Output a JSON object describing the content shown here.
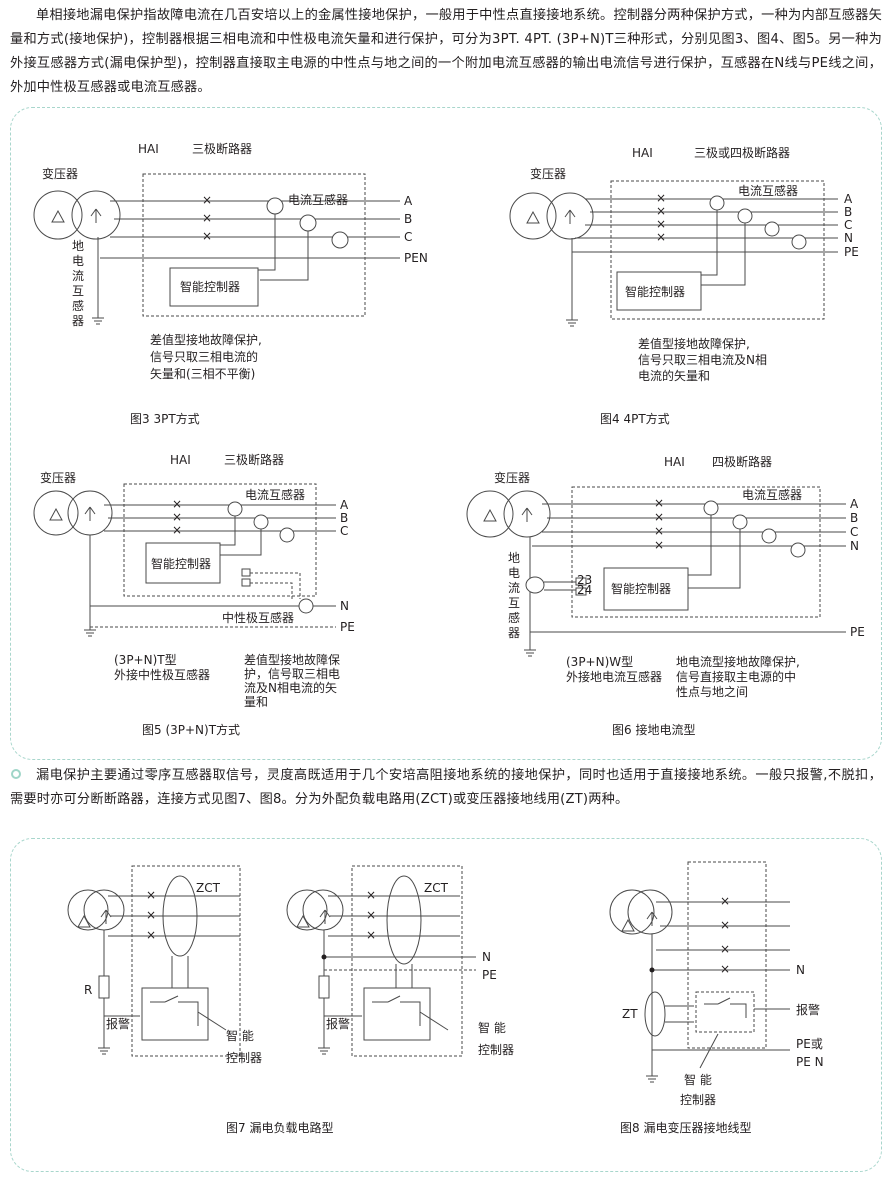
{
  "intro": {
    "para1": "单相接地漏电保护指故障电流在几百安培以上的金属性接地保护，一般用于中性点直接接地系统。控制器分两种保护方式，一种为内部互感器矢量和方式(接地保护)，控制器根据三相电流和中性极电流矢量和进行保护，可分为3PT. 4PT. (3P+N)T三种形式，分别见图3、图4、图5。另一种为外接互感器方式(漏电保护型)，控制器直接取主电源的中性点与地之间的一个附加电流互感器的输出电流信号进行保护，互感器在N线与PE线之间，外加中性极互感器或电流互感器。",
    "para2": "漏电保护主要通过零序互感器取信号，灵度高既适用于几个安培高阻接地系统的接地保护，同时也适用于直接接地系统。一般只报警,不脱扣，需要时亦可分断断路器，连接方式见图7、图8。分为外配负载电路用(ZCT)或变压器接地线用(ZT)两种。"
  },
  "labels": {
    "transformer": "变压器",
    "hai": "HAI",
    "ct": "电流互感器",
    "controller": "智能控制器",
    "ground_ct_vertical": [
      "地",
      "电",
      "流",
      "互",
      "感",
      "器"
    ],
    "neutral_ct": "中性极互感器",
    "zct": "ZCT",
    "zt": "ZT",
    "r": "R",
    "alarm": "报警",
    "smart": "智 能",
    "ctrl": "控制器",
    "pe_or": "PE或",
    "pen_split": "PE N",
    "box23": "23",
    "box24": "24"
  },
  "phases": {
    "a": "A",
    "b": "B",
    "c": "C",
    "n": "N",
    "pe": "PE",
    "pen": "PEN"
  },
  "fig3": {
    "breaker": "三极断路器",
    "note": [
      "差值型接地故障保护,",
      "信号只取三相电流的",
      "矢量和(三相不平衡)"
    ],
    "caption": "图3   3PT方式"
  },
  "fig4": {
    "breaker": "三极或四极断路器",
    "note": [
      "差值型接地故障保护,",
      "信号只取三相电流及N相",
      "电流的矢量和"
    ],
    "caption": "图4   4PT方式"
  },
  "fig5": {
    "breaker": "三极断路器",
    "type": [
      "(3P+N)T型",
      "外接中性极互感器"
    ],
    "note": [
      "差值型接地故障保",
      "护，信号取三相电",
      "流及N相电流的矢",
      "量和"
    ],
    "caption": "图5   (3P+N)T方式"
  },
  "fig6": {
    "breaker": "四极断路器",
    "type": [
      "(3P+N)W型",
      "外接地电流互感器"
    ],
    "note": [
      "地电流型接地故障保护,",
      "信号直接取主电源的中",
      "性点与地之间"
    ],
    "caption": "图6   接地电流型"
  },
  "fig7": {
    "caption": "图7   漏电负载电路型"
  },
  "fig8": {
    "caption": "图8   漏电变压器接地线型"
  },
  "colors": {
    "panel_border": "#a8d6cc",
    "bullet": "#9fd5c8",
    "line": "#4a4a4a"
  }
}
